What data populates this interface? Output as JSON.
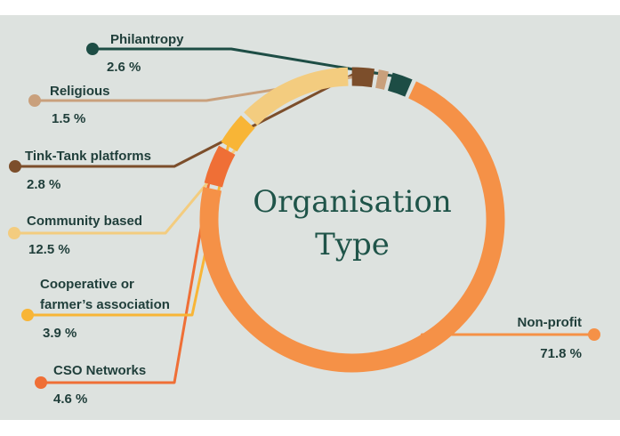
{
  "chart_data": {
    "type": "pie",
    "title": "Organisation Type",
    "title_lines": [
      "Organisation",
      "Type"
    ],
    "unit": "%",
    "slices": [
      {
        "label_lines": [
          "Non-profit"
        ],
        "value": 71.8,
        "value_text": "71.8 %",
        "color": "#f59147"
      },
      {
        "label_lines": [
          "CSO Networks"
        ],
        "value": 4.6,
        "value_text": "4.6 %",
        "color": "#ef6f36"
      },
      {
        "label_lines": [
          "Cooperative or",
          "farmer’s association"
        ],
        "value": 3.9,
        "value_text": "3.9 %",
        "color": "#f8b536"
      },
      {
        "label_lines": [
          "Community based"
        ],
        "value": 12.5,
        "value_text": "12.5 %",
        "color": "#f3cc7f"
      },
      {
        "label_lines": [
          "Tink-Tank platforms"
        ],
        "value": 2.8,
        "value_text": "2.8 %",
        "color": "#7c4e2b"
      },
      {
        "label_lines": [
          "Religious"
        ],
        "value": 1.5,
        "value_text": "1.5 %",
        "color": "#c9a07c"
      },
      {
        "label_lines": [
          "Philantropy"
        ],
        "value": 2.6,
        "value_text": "2.6 %",
        "color": "#1d4d45"
      }
    ],
    "colors": {
      "label_text": "#1f3e3a",
      "title_text": "#1f5449",
      "background": "#dde2df"
    }
  }
}
